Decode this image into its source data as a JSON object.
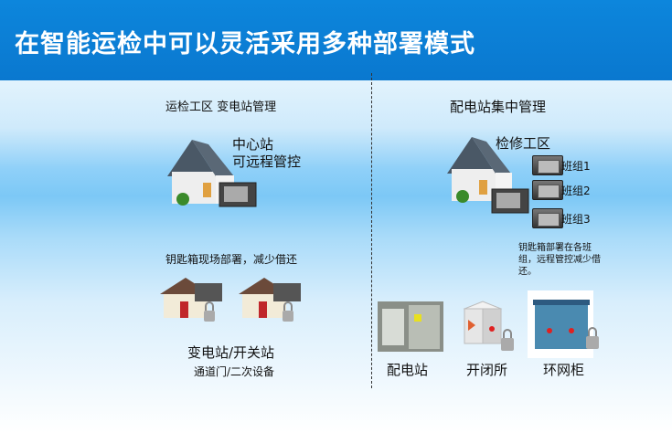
{
  "title": "在智能运检中可以灵活采用多种部署模式",
  "left": {
    "heading": "运检工区 变电站管理",
    "center_line1": "中心站",
    "center_line2": "可远程管控",
    "note": "钥匙箱现场部署，减少借还",
    "station_label": "变电站/开关站",
    "station_sub": "通道门/二次设备"
  },
  "right": {
    "heading": "配电站集中管理",
    "workshop": "检修工区",
    "teams": [
      "班组1",
      "班组2",
      "班组3"
    ],
    "note": "钥匙箱部署在各班组，远程管控减少借还。",
    "sites": [
      "配电站",
      "开闭所",
      "环网柜"
    ]
  }
}
